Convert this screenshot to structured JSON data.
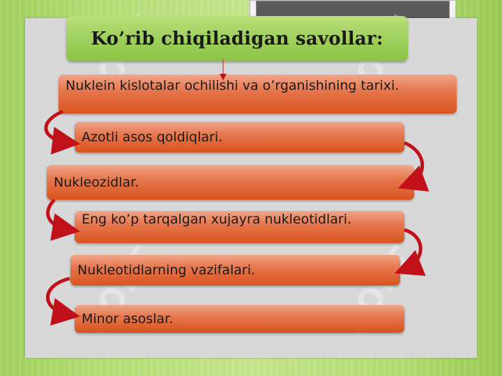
{
  "slide": {
    "title": "Ko’rib chiqiladigan savollar:",
    "items": [
      "Nuklein kislotalar ochilishi va o’rganishining tarixi.",
      "Azotli asos qoldiqlari.",
      "Nukleozidlar.",
      "Eng ko’p tarqalgan xujayra nukleotidlari.",
      "Nukleotidlarning vazifalari.",
      "Minor asoslar."
    ],
    "watermark": "SOFT"
  },
  "colors": {
    "background": "#b5dc73",
    "panel": "#d8d8d8",
    "title_box": "#9fd05c",
    "item_box": "#e6784f",
    "arrow": "#c0101a"
  }
}
